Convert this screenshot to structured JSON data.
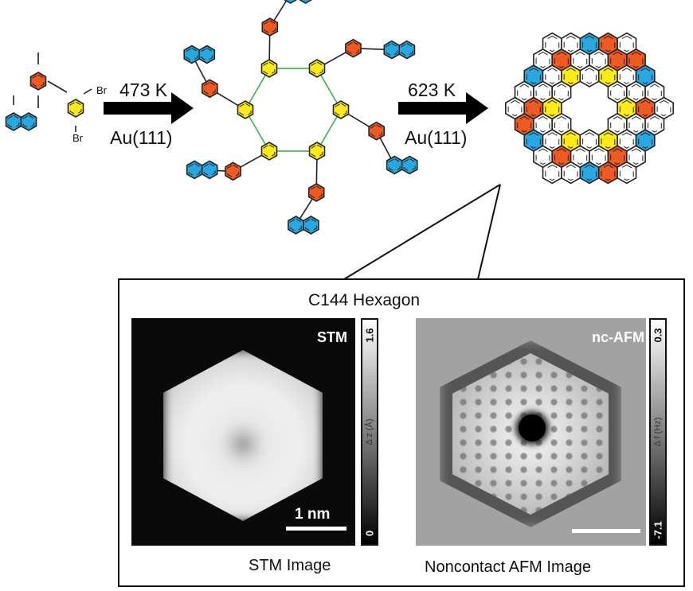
{
  "reaction": {
    "step1": {
      "temperature": "473 K",
      "substrate": "Au(111)"
    },
    "step2": {
      "temperature": "623 K",
      "substrate": "Au(111)"
    },
    "precursor_substituents": [
      "Br",
      "Br"
    ]
  },
  "panel": {
    "title": "C144 Hexagon",
    "stm": {
      "tag": "STM",
      "colorbar_max": "1.6",
      "colorbar_min": "0",
      "colorbar_label": "Δ z (Å)",
      "scalebar_label": "1 nm",
      "caption": "STM Image"
    },
    "afm": {
      "tag": "nc-AFM",
      "colorbar_max": "0.3",
      "colorbar_min": "-7.1",
      "colorbar_label": "Δ f (Hz)",
      "caption": "Noncontact AFM Image"
    }
  },
  "colors": {
    "orange": "#EE5A24",
    "blue": "#29A8E0",
    "yellow": "#FFEB1A",
    "green_bond": "#3CB44A",
    "white_ring": "#FFFFFF"
  }
}
